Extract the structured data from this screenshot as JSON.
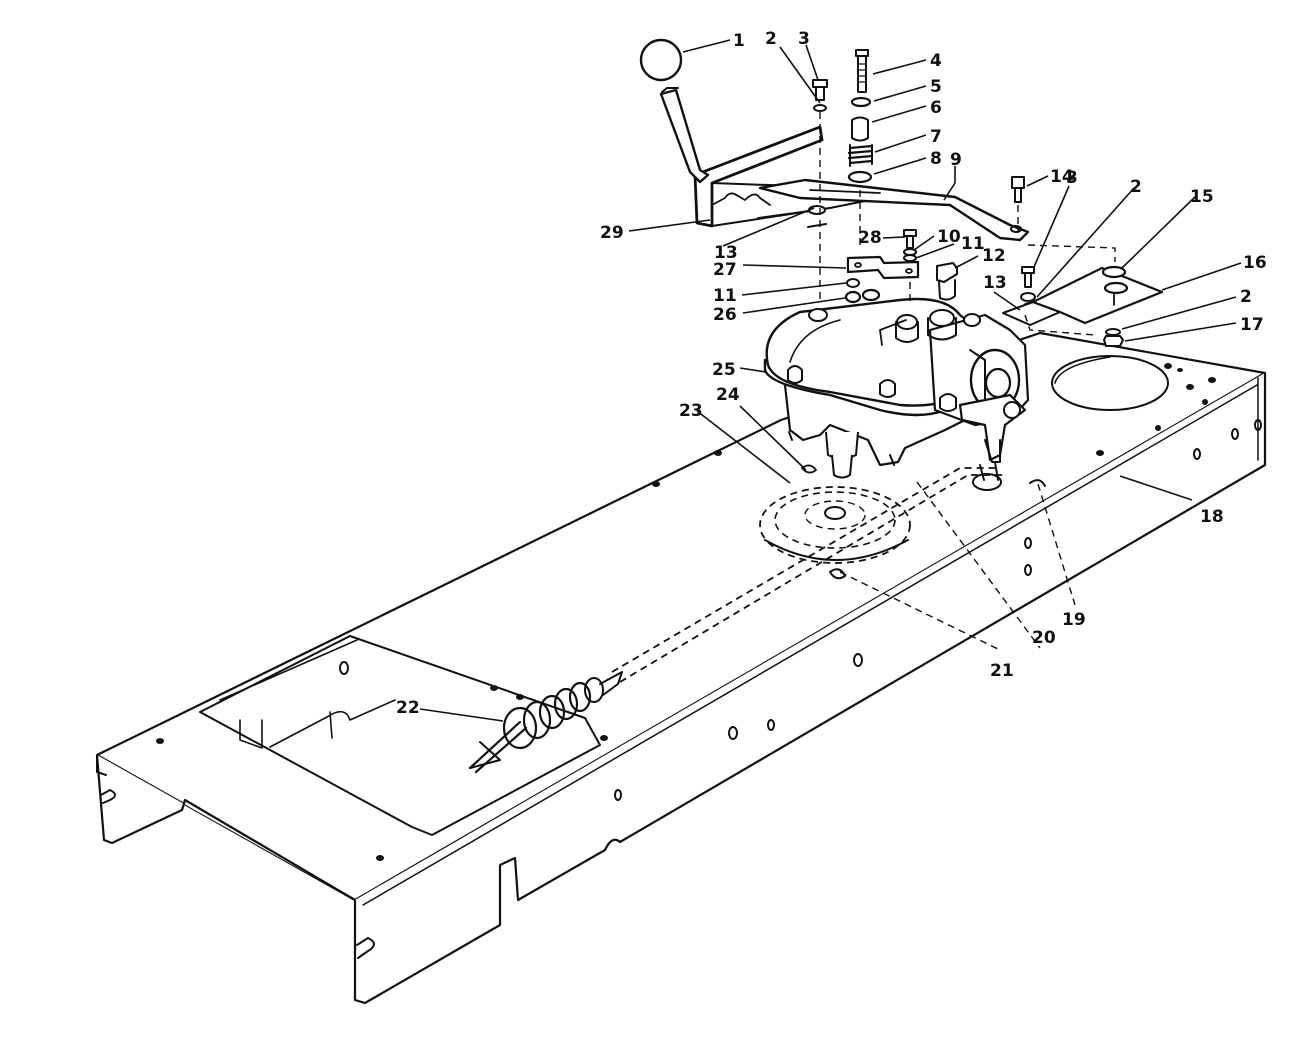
{
  "diagram": {
    "callouts": [
      {
        "id": "c1",
        "text": "1"
      },
      {
        "id": "c2a",
        "text": "2"
      },
      {
        "id": "c3a",
        "text": "3"
      },
      {
        "id": "c4",
        "text": "4"
      },
      {
        "id": "c5",
        "text": "5"
      },
      {
        "id": "c6",
        "text": "6"
      },
      {
        "id": "c7",
        "text": "7"
      },
      {
        "id": "c8",
        "text": "8"
      },
      {
        "id": "c9",
        "text": "9"
      },
      {
        "id": "c14",
        "text": "14"
      },
      {
        "id": "c3b",
        "text": "3"
      },
      {
        "id": "c2b",
        "text": "2"
      },
      {
        "id": "c15",
        "text": "15"
      },
      {
        "id": "c29",
        "text": "29"
      },
      {
        "id": "c13a",
        "text": "13"
      },
      {
        "id": "c28",
        "text": "28"
      },
      {
        "id": "c10",
        "text": "10"
      },
      {
        "id": "c11a",
        "text": "11"
      },
      {
        "id": "c27",
        "text": "27"
      },
      {
        "id": "c12",
        "text": "12"
      },
      {
        "id": "c16",
        "text": "16"
      },
      {
        "id": "c13b",
        "text": "13"
      },
      {
        "id": "c11b",
        "text": "11"
      },
      {
        "id": "c26",
        "text": "26"
      },
      {
        "id": "c2c",
        "text": "2"
      },
      {
        "id": "c17",
        "text": "17"
      },
      {
        "id": "c25",
        "text": "25"
      },
      {
        "id": "c24",
        "text": "24"
      },
      {
        "id": "c23",
        "text": "23"
      },
      {
        "id": "c18",
        "text": "18"
      },
      {
        "id": "c19",
        "text": "19"
      },
      {
        "id": "c20",
        "text": "20"
      },
      {
        "id": "c21",
        "text": "21"
      },
      {
        "id": "c22",
        "text": "22"
      }
    ]
  }
}
